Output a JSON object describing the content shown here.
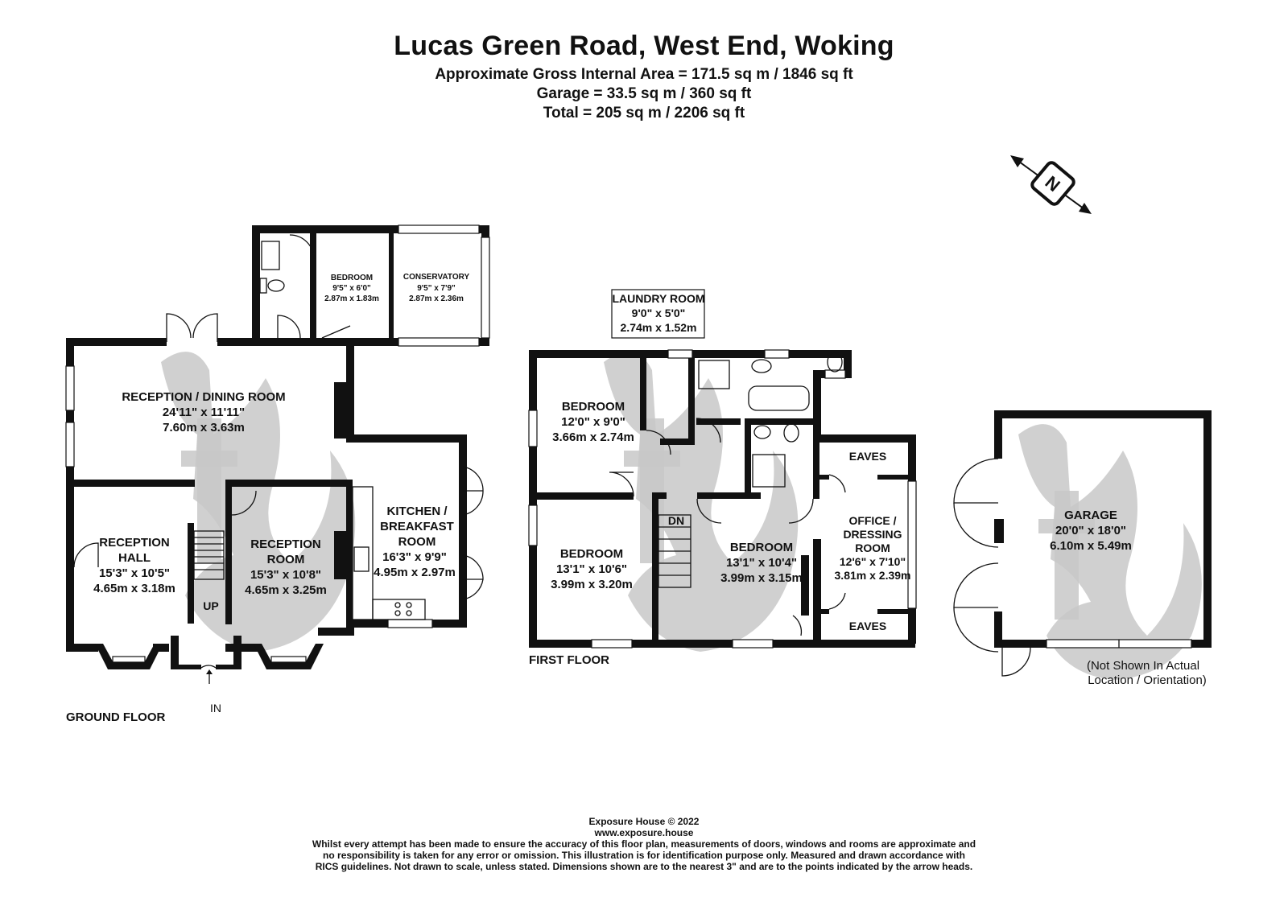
{
  "header": {
    "title": "Lucas Green Road, West End, Woking",
    "area_lines": [
      "Approximate Gross Internal Area = 171.5 sq m / 1846 sq ft",
      "Garage = 33.5 sq m / 360 sq ft",
      "Total = 205 sq m / 2206 sq ft"
    ]
  },
  "compass": {
    "icon": "north-arrow-icon",
    "letter": "N"
  },
  "floors": {
    "ground": {
      "label": "GROUND FLOOR",
      "rooms": {
        "reception_dining": {
          "name": [
            "RECEPTION / DINING ROOM"
          ],
          "imperial": "24'11\" x 11'11\"",
          "metric": "7.60m x 3.63m"
        },
        "bedroom_small": {
          "name": [
            "BEDROOM"
          ],
          "imperial": "9'5\" x 6'0\"",
          "metric": "2.87m x 1.83m"
        },
        "conservatory": {
          "name": [
            "CONSERVATORY"
          ],
          "imperial": "9'5\" x 7'9\"",
          "metric": "2.87m x 2.36m"
        },
        "reception_hall": {
          "name": [
            "RECEPTION",
            "HALL"
          ],
          "imperial": "15'3\" x 10'5\"",
          "metric": "4.65m x 3.18m"
        },
        "reception_room": {
          "name": [
            "RECEPTION",
            "ROOM"
          ],
          "imperial": "15'3\" x 10'8\"",
          "metric": "4.65m x 3.25m"
        },
        "kitchen": {
          "name": [
            "KITCHEN /",
            "BREAKFAST",
            "ROOM"
          ],
          "imperial": "16'3\" x 9'9\"",
          "metric": "4.95m x 2.97m"
        }
      },
      "stair_label": "UP",
      "entrance_label": "IN"
    },
    "first": {
      "label": "FIRST FLOOR",
      "rooms": {
        "laundry": {
          "name": [
            "LAUNDRY ROOM"
          ],
          "imperial": "9'0\" x 5'0\"",
          "metric": "2.74m x 1.52m"
        },
        "bedroom_a": {
          "name": [
            "BEDROOM"
          ],
          "imperial": "12'0\" x 9'0\"",
          "metric": "3.66m x 2.74m"
        },
        "bedroom_b": {
          "name": [
            "BEDROOM"
          ],
          "imperial": "13'1\" x 10'6\"",
          "metric": "3.99m x 3.20m"
        },
        "bedroom_c": {
          "name": [
            "BEDROOM"
          ],
          "imperial": "13'1\" x 10'4\"",
          "metric": "3.99m x 3.15m"
        },
        "office": {
          "name": [
            "OFFICE /",
            "DRESSING",
            "ROOM"
          ],
          "imperial": "12'6\" x 7'10\"",
          "metric": "3.81m x 2.39m"
        }
      },
      "eaves_top": "EAVES",
      "eaves_bottom": "EAVES",
      "stair_label": "DN"
    },
    "garage": {
      "rooms": {
        "garage": {
          "name": [
            "GARAGE"
          ],
          "imperial": "20'0\" x 18'0\"",
          "metric": "6.10m x 5.49m"
        }
      },
      "note": [
        "(Not Shown In Actual",
        "Location / Orientation)"
      ]
    }
  },
  "footer": {
    "company": "Exposure House © 2022",
    "website": "www.exposure.house",
    "disclaimer": [
      "Whilst every attempt has been made to ensure the accuracy of this floor plan, measurements of doors, windows and rooms are approximate and",
      "no responsibility is taken for any error or omission. This illustration is for identification purpose only. Measured and drawn accordance with",
      "RICS guidelines. Not drawn to scale, unless stated. Dimensions shown are to the nearest 3\" and are to the points indicated by the arrow heads."
    ]
  },
  "colors": {
    "walls": "#111111",
    "watermark": "#c8c8c8",
    "background": "#ffffff"
  }
}
